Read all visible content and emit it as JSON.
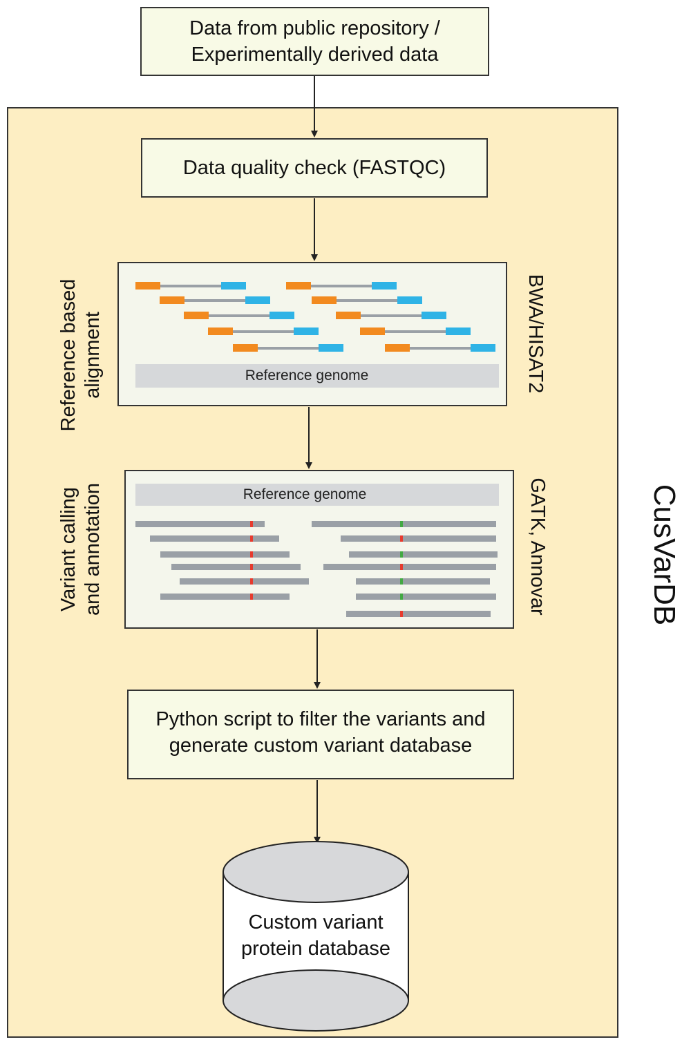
{
  "input": {
    "line1": "Data from public repository /",
    "line2": "Experimentally derived data"
  },
  "qc": {
    "label": "Data quality check (FASTQC)"
  },
  "alignment": {
    "side_label_line1": "Reference based",
    "side_label_line2": "alignment",
    "tool_label": "BWA/HISAT2",
    "reference_label": "Reference genome"
  },
  "variant": {
    "side_label_line1": "Variant calling",
    "side_label_line2": "and annotation",
    "tool_label": "GATK, Annovar",
    "reference_label": "Reference genome"
  },
  "filter": {
    "line1": "Python script to filter the variants and",
    "line2": "generate custom variant database"
  },
  "database": {
    "line1": "Custom variant",
    "line2": "protein database"
  },
  "pipeline_title": "CusVarDB",
  "colors": {
    "pipeline_bg": "#fdeec3",
    "box_bg": "#f8fae6",
    "panel_bg": "#f4f6ec",
    "read_orange": "#f28a1f",
    "read_blue": "#2fb3e6",
    "read_gray": "#9aa0a6",
    "variant_red": "#e63b2e",
    "variant_green": "#43a843",
    "reference_gray": "#d6d8da",
    "cylinder_fill": "#d7d8da"
  }
}
